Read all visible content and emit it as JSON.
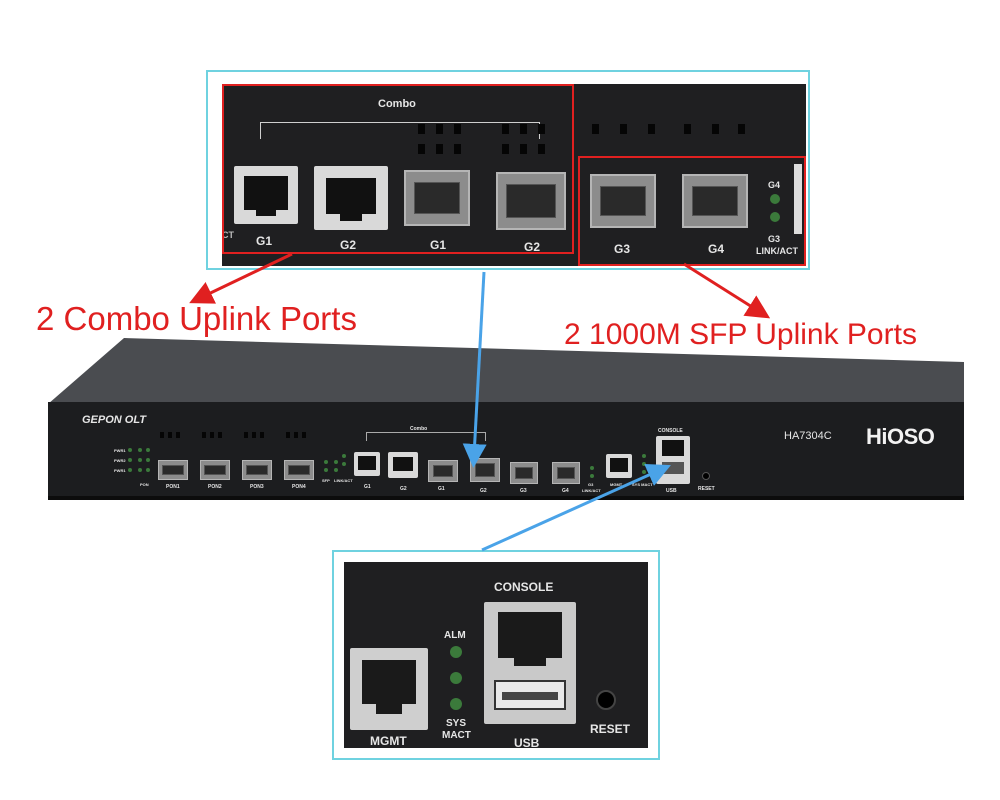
{
  "top_panel": {
    "combo_label": "Combo",
    "cut_label": "CT",
    "ports": [
      "G1",
      "G2",
      "G1",
      "G2",
      "G3",
      "G4"
    ],
    "led_labels": [
      "G4",
      "G3",
      "LINK/ACT"
    ]
  },
  "captions": {
    "left": "2 Combo Uplink Ports",
    "right": "2 1000M SFP Uplink Ports"
  },
  "device": {
    "model_type": "GEPON OLT",
    "model_number": "HA7304C",
    "brand": "HiOSO",
    "pwr_labels": [
      "PWR1",
      "PWR2",
      "PWR1"
    ],
    "pon_label": "PON",
    "pon_ports": [
      "PON1",
      "PON2",
      "PON3",
      "PON4"
    ],
    "sfp_label": "SFP",
    "link_act_label": "LINK/ACT",
    "combo_label": "Combo",
    "uplink_ports": [
      "G1",
      "G2",
      "G1",
      "G2",
      "G3",
      "G4"
    ],
    "g3_label": "G3",
    "link_act2": "LINK/ACT",
    "mgmt_label": "MGMT",
    "sys_macti": "SYS MACT",
    "console_label": "CONSOLE",
    "usb_label": "USB",
    "reset_label": "RESET"
  },
  "bottom_panel": {
    "console": "CONSOLE",
    "mgmt": "MGMT",
    "alm": "ALM",
    "sys": "SYS",
    "mact": "MACT",
    "usb": "USB",
    "reset": "RESET"
  },
  "colors": {
    "frame": "#6fd2e0",
    "highlight": "#e02020",
    "arrow_blue": "#4aa3e8",
    "led_green": "#3b7a3b"
  }
}
